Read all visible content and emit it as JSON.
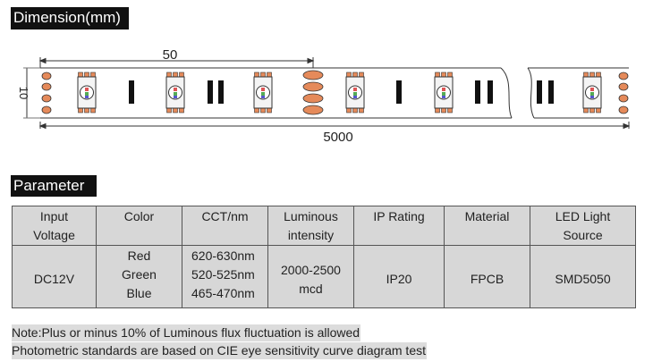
{
  "dimension_section": {
    "title": "Dimension(mm)",
    "length_label": "50",
    "height_label": "10",
    "total_label": "5000"
  },
  "parameter_section": {
    "title": "Parameter",
    "headers": [
      "Input\nVoltage",
      "Color",
      "CCT/nm",
      "Luminous\nintensity",
      "IP Rating",
      "Material",
      "LED Light\nSource"
    ],
    "row": {
      "input_voltage": "DC12V",
      "colors": [
        "Red",
        "Green",
        "Blue"
      ],
      "cct": [
        "620-630nm",
        "520-525nm",
        "465-470nm"
      ],
      "luminous_intensity": [
        "2000-2500",
        "mcd"
      ],
      "ip_rating": "IP20",
      "material": "FPCB",
      "led_source": "SMD5050"
    }
  },
  "notes": [
    "Note:Plus or minus 10% of Luminous flux fluctuation is allowed",
    "Photometric standards are based on CIE eye sensitivity curve diagram test"
  ],
  "colors": {
    "header_bg": "#111111",
    "pad_orange": "#e58a5a",
    "table_bg": "#d7d7d7"
  }
}
